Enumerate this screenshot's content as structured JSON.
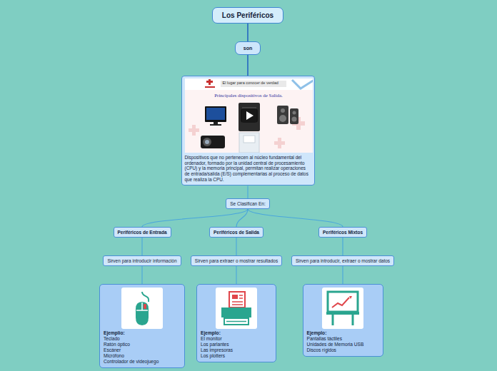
{
  "diagram": {
    "nodes": [
      {
        "text": [
          "Los Periféricos"
        ]
      },
      {
        "text": [
          "son"
        ]
      },
      {
        "text": [
          "Dispositivos que no pertenecen al núcleo fundamental del ordenador, formado por la unidad central de procesamiento (CPU) y la memoria principal, permitan realizar operaciones de entrada/salida (E/S) complementarias al proceso de datos que realiza la CPU."
        ]
      },
      {
        "text": [
          "Se Clasifican En:"
        ]
      },
      {
        "text": [
          "Periféricos de Entrada"
        ]
      },
      {
        "text": [
          "Periféricos de Salida"
        ]
      },
      {
        "text": [
          "Periféricos Mixtos"
        ]
      },
      {
        "text": [
          "Sirven para introducir información"
        ]
      },
      {
        "text": [
          "Sirven para extraer o mostrar resultados"
        ]
      },
      {
        "text": [
          "Sirven para introducir, extraer o mostrar datos"
        ]
      },
      {
        "text": [
          "Ejemplio:",
          "Teclado",
          "Ratón óptico",
          "Escáner",
          "Micrófono",
          "Controlador de videojuego"
        ]
      },
      {
        "text": [
          "Ejemplo:",
          "El monitor",
          "Los parlantes",
          "Las impresoras",
          "Los plotters"
        ]
      },
      {
        "text": [
          "Ejemplo:",
          "Pantallas táctiles",
          "Unidades de Memoria USB",
          "Discos rígidos"
        ]
      }
    ],
    "edges": [
      {
        "from": 0,
        "to": 1,
        "arrow": "none"
      },
      {
        "from": 1,
        "to": 2,
        "arrow": "none"
      },
      {
        "from": 2,
        "to": 3,
        "arrow": "none"
      },
      {
        "from": 3,
        "to": 4,
        "arrow": "none"
      },
      {
        "from": 3,
        "to": 5,
        "arrow": "none"
      },
      {
        "from": 3,
        "to": 6,
        "arrow": "none"
      },
      {
        "from": 4,
        "to": 7,
        "arrow": "none"
      },
      {
        "from": 5,
        "to": 8,
        "arrow": "none"
      },
      {
        "from": 6,
        "to": 9,
        "arrow": "none"
      },
      {
        "from": 7,
        "to": 10,
        "arrow": "none"
      },
      {
        "from": 8,
        "to": 11,
        "arrow": "none"
      },
      {
        "from": 9,
        "to": 12,
        "arrow": "none"
      }
    ],
    "labels": [
      "El lugar para conocer de verdad",
      "Principales dispositivos de Salida."
    ]
  }
}
